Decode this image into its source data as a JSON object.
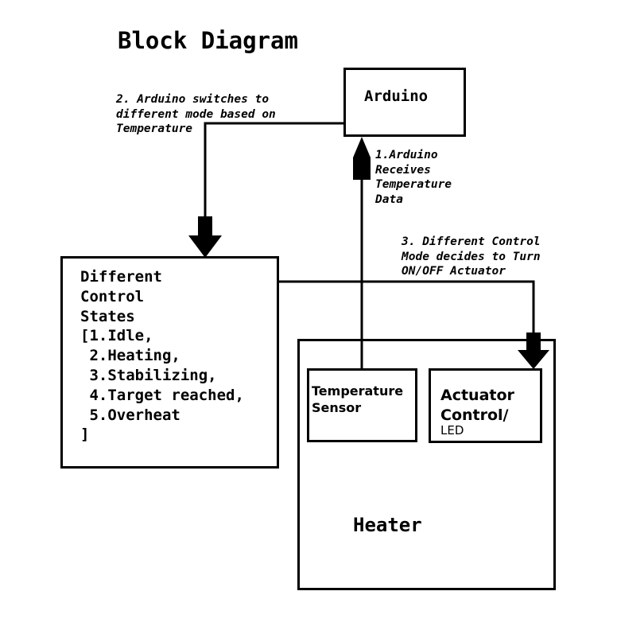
{
  "title": "Block Diagram",
  "nodes": {
    "arduino": "Arduino",
    "control_states": "Different\nControl\nStates\n[1.Idle,\n 2.Heating,\n 3.Stabilizing,\n 4.Target reached,\n 5.Overheat\n]",
    "temperature_sensor": "Temperature\nSensor",
    "actuator_control": "Actuator\nControl/",
    "actuator_led": "LED",
    "heater": "Heater"
  },
  "annotations": {
    "step1": "1.Arduino\nReceives\nTemperature\nData",
    "step2": "2. Arduino switches to\ndifferent mode based on\nTemperature",
    "step3": "3. Different Control\nMode decides to Turn\nON/OFF Actuator"
  }
}
